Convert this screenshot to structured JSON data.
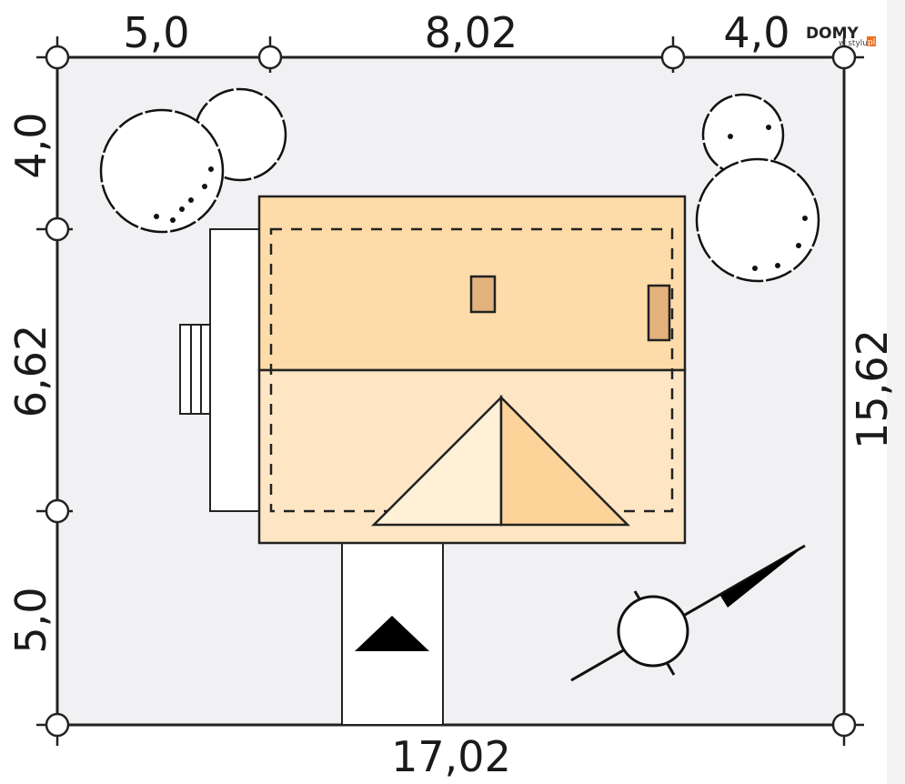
{
  "logo": {
    "brand": "DOMY",
    "sub": "w stylu",
    "tld": "pl",
    "accent": "#f07020"
  },
  "dimensions": {
    "top": [
      "5,0",
      "8,02",
      "4,0"
    ],
    "left": [
      "4,0",
      "6,62",
      "5,0"
    ],
    "bottom": "17,02",
    "right": "15,62"
  },
  "colors": {
    "plot": "#f1f1f3",
    "roof_back": "#fddcaa",
    "roof_front": "#fee6c4",
    "gable_light": "#fff0d8",
    "gable_dark": "#fcd49a",
    "chimney": "#e3b27c"
  }
}
